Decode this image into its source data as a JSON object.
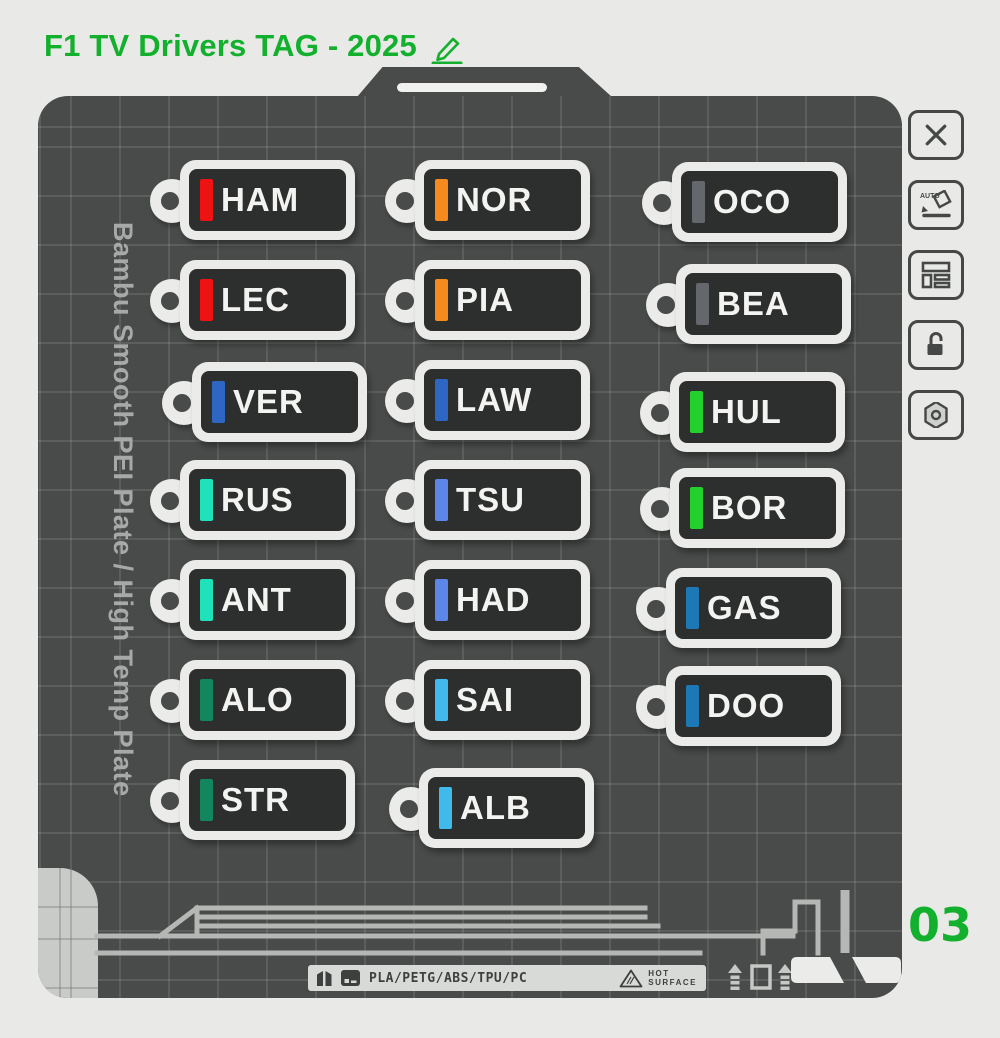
{
  "header": {
    "title": "F1 TV Drivers TAG - 2025"
  },
  "plate": {
    "name": "Bambu Smooth PEI Plate / High Temp Plate",
    "number": "03",
    "materials": "PLA/PETG/ABS/TPU/PC",
    "warning": {
      "line1": "HOT",
      "line2": "SURFACE"
    }
  },
  "toolbar": {
    "auto_badge": "AUTO",
    "icons": [
      "close-icon",
      "auto-orient-icon",
      "arrange-icon",
      "lock-open-icon",
      "nut-settings-icon"
    ]
  },
  "colors": {
    "accent_green": "#12b02c",
    "plate": "#484b4a",
    "tag_shell": "#ebecea",
    "tag_face": "#2d2f2f"
  },
  "tags": [
    {
      "label": "HAM",
      "color": "#ef1212"
    },
    {
      "label": "NOR",
      "color": "#f58b1e"
    },
    {
      "label": "OCO",
      "color": "#64676b"
    },
    {
      "label": "LEC",
      "color": "#ef1212"
    },
    {
      "label": "PIA",
      "color": "#f58b1e"
    },
    {
      "label": "BEA",
      "color": "#64676b"
    },
    {
      "label": "VER",
      "color": "#2e66c4"
    },
    {
      "label": "LAW",
      "color": "#2e66c4"
    },
    {
      "label": "HUL",
      "color": "#23d02c"
    },
    {
      "label": "RUS",
      "color": "#1fe2ba"
    },
    {
      "label": "TSU",
      "color": "#5c87e9"
    },
    {
      "label": "BOR",
      "color": "#23d02c"
    },
    {
      "label": "ANT",
      "color": "#1fe2ba"
    },
    {
      "label": "HAD",
      "color": "#5c87e9"
    },
    {
      "label": "GAS",
      "color": "#1d78b6"
    },
    {
      "label": "ALO",
      "color": "#12865c"
    },
    {
      "label": "SAI",
      "color": "#41b9ea"
    },
    {
      "label": "DOO",
      "color": "#1d78b6"
    },
    {
      "label": "STR",
      "color": "#12865c"
    },
    {
      "label": "ALB",
      "color": "#41b9ea"
    }
  ]
}
